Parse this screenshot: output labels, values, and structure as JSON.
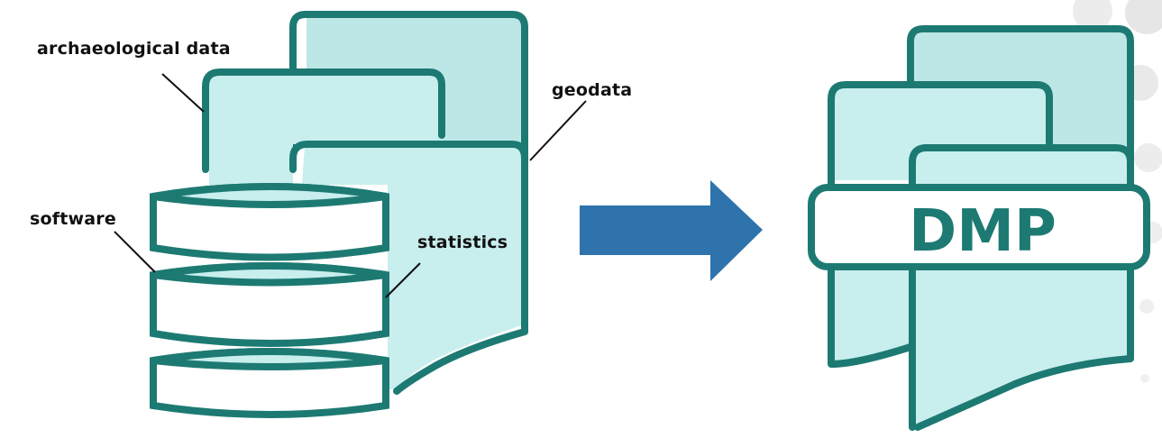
{
  "labels": {
    "archaeological_data": "archaeological data",
    "geodata": "geodata",
    "software": "software",
    "statistics": "statistics"
  },
  "dmp_label": "DMP",
  "colors": {
    "outline": "#1d7a73",
    "sheet_fill": "#c8eeee",
    "arrow": "#2f73ad",
    "dots": "#e9e9e9"
  },
  "icons": {
    "left_group": "documents-and-database-icon",
    "arrow": "arrow-right-icon",
    "right_group": "dmp-document-icon"
  }
}
